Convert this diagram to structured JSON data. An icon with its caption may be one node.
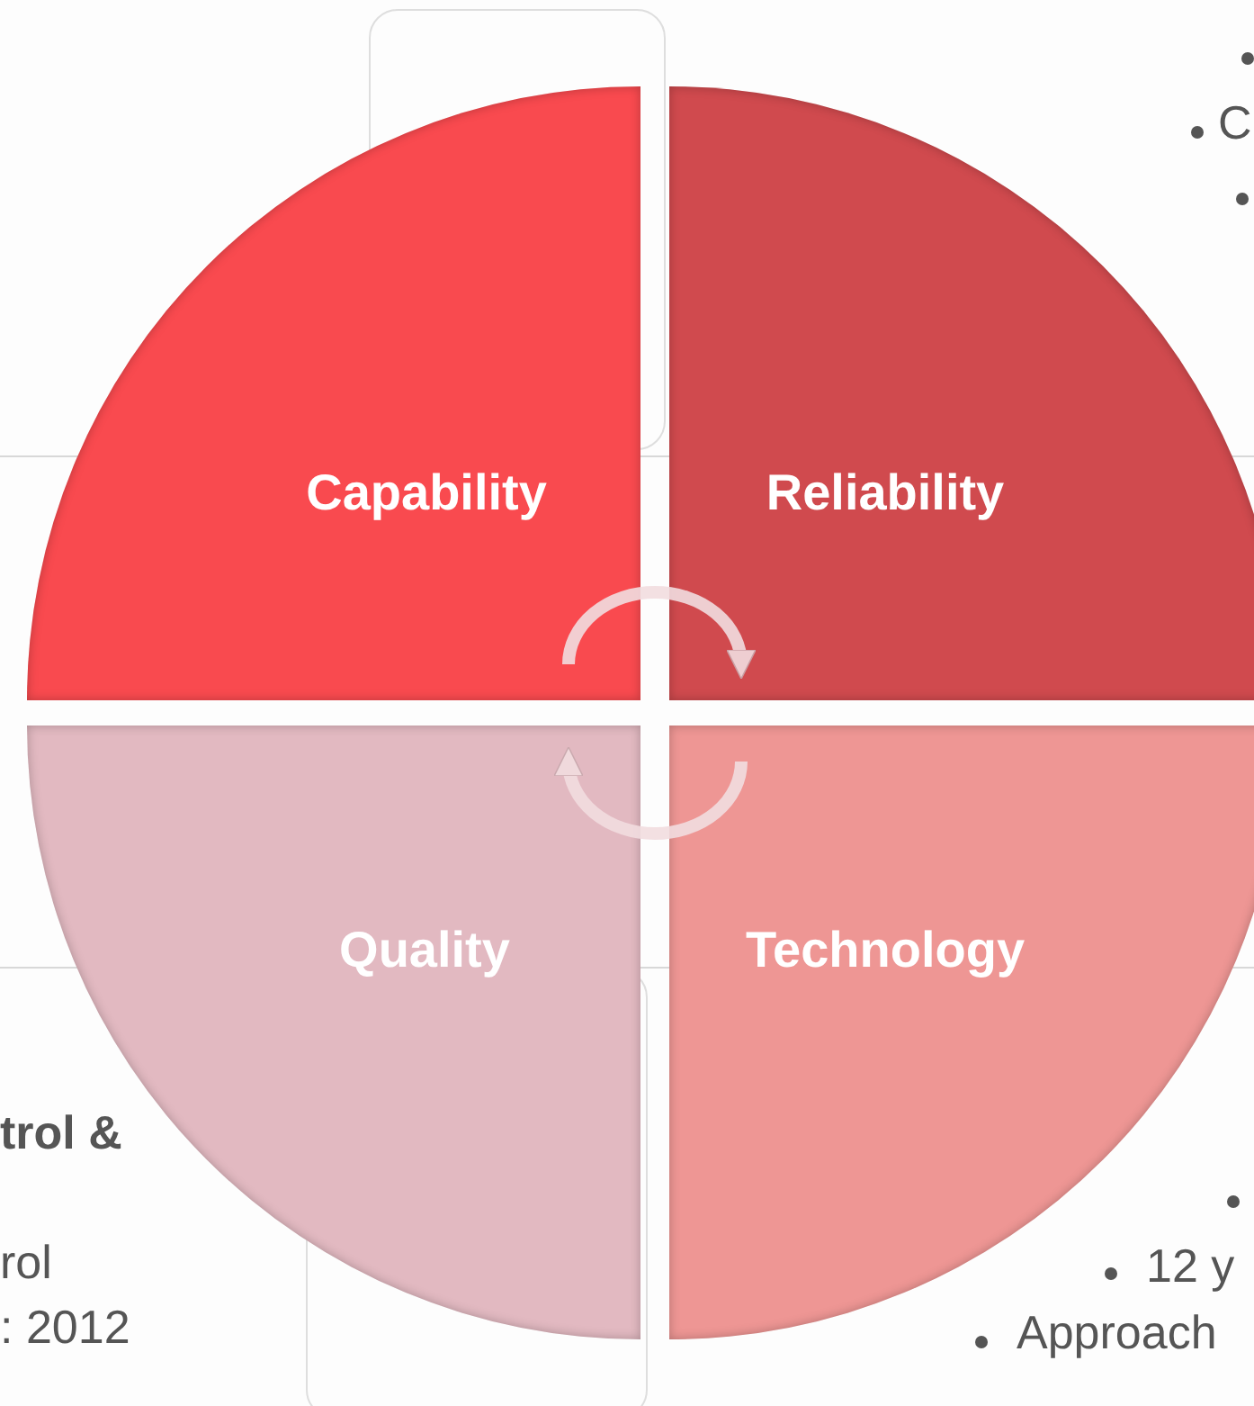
{
  "diagram": {
    "nodes": [
      {
        "text": [
          "Capability"
        ]
      },
      {
        "text": [
          "Reliability"
        ]
      },
      {
        "text": [
          "Quality"
        ]
      },
      {
        "text": [
          "Technology"
        ]
      }
    ],
    "edges": [
      {
        "from": 0,
        "to": 1,
        "arrow": "to"
      },
      {
        "from": 3,
        "to": 2,
        "arrow": "to"
      }
    ],
    "labels": [
      "C",
      "trol &",
      "rol",
      ": 2012",
      "12 y",
      "Approach"
    ]
  }
}
